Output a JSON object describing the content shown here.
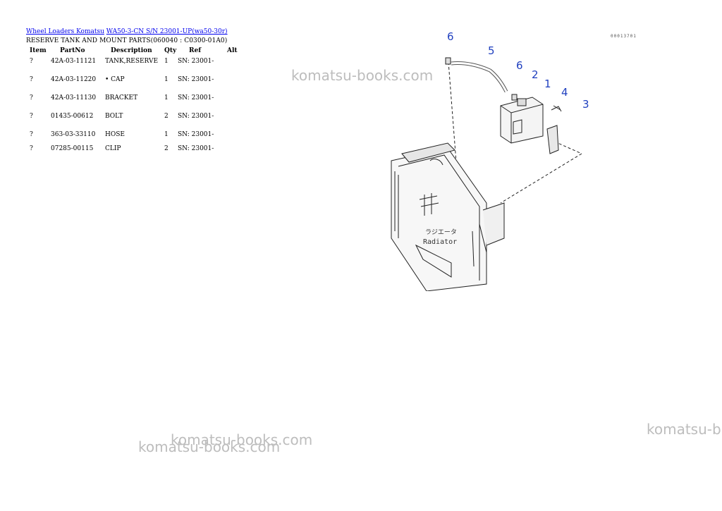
{
  "breadcrumb": {
    "link1": "Wheel Loaders Komatsu",
    "link2": "WA50-3-CN S/N 23001-UP(wa50-30r)"
  },
  "subtitle": "RESERVE TANK AND MOUNT PARTS(060040 : C0300-01A0)",
  "table": {
    "headers": {
      "item": "Item",
      "partno": "PartNo",
      "description": "Description",
      "qty": "Qty",
      "ref": "Ref",
      "alt": "Alt"
    },
    "rows": [
      {
        "item": "?",
        "partno": "42A-03-11121",
        "description": "TANK,RESERVE",
        "qty": "1",
        "ref": "SN: 23001-",
        "alt": ""
      },
      {
        "item": "?",
        "partno": "42A-03-11220",
        "description": "• CAP",
        "qty": "1",
        "ref": "SN: 23001-",
        "alt": ""
      },
      {
        "item": "?",
        "partno": "42A-03-11130",
        "description": "BRACKET",
        "qty": "1",
        "ref": "SN: 23001-",
        "alt": ""
      },
      {
        "item": "?",
        "partno": "01435-00612",
        "description": "BOLT",
        "qty": "2",
        "ref": "SN: 23001-",
        "alt": ""
      },
      {
        "item": "?",
        "partno": "363-03-33110",
        "description": "HOSE",
        "qty": "1",
        "ref": "SN: 23001-",
        "alt": ""
      },
      {
        "item": "?",
        "partno": "07285-00115",
        "description": "CLIP",
        "qty": "2",
        "ref": "SN: 23001-",
        "alt": ""
      }
    ]
  },
  "watermarks": [
    "komatsu-books.com",
    "komatsu-books.com",
    "komatsu-books.com",
    "komatsu-b"
  ],
  "figure": {
    "code": "00013701",
    "callouts": [
      "6",
      "5",
      "6",
      "2",
      "1",
      "4",
      "3"
    ],
    "label_jp": "ラジエータ",
    "label_en": "Radiator"
  }
}
